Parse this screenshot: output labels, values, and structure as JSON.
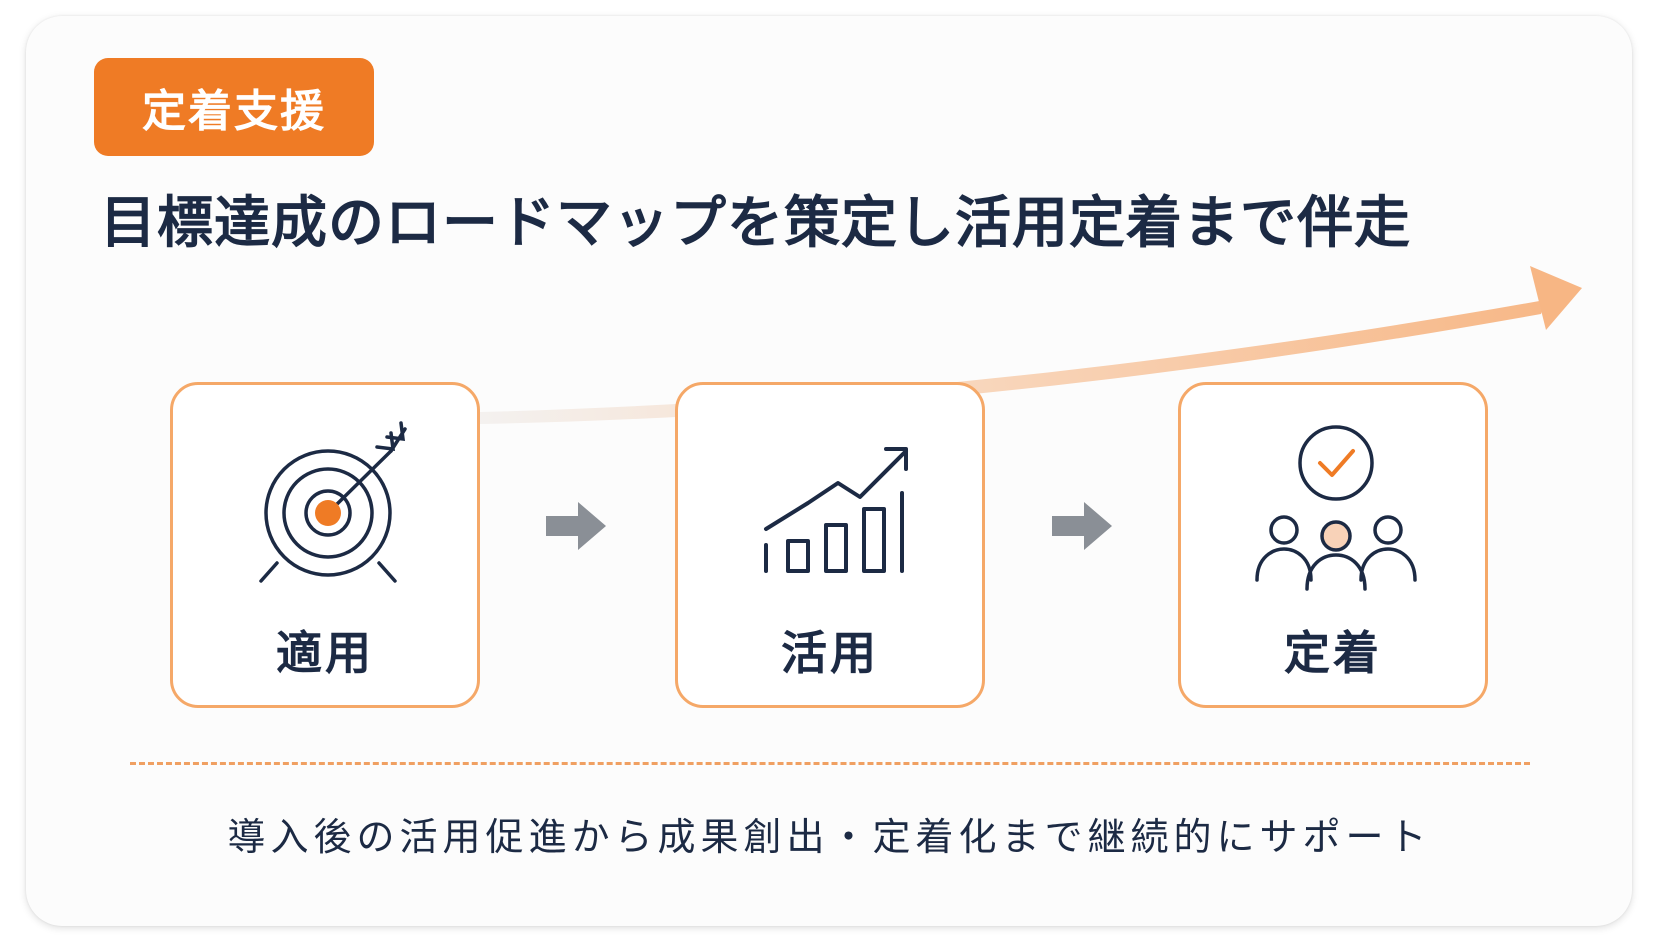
{
  "badge": {
    "label": "定着支援"
  },
  "headline": {
    "text": "目標達成のロードマップを策定し活用定着まで伴走"
  },
  "steps": [
    {
      "label": "適用",
      "icon": "target-icon"
    },
    {
      "label": "活用",
      "icon": "growth-chart-icon"
    },
    {
      "label": "定着",
      "icon": "team-check-icon"
    }
  ],
  "footer": {
    "text": "導入後の活用促進から成果創出・定着化まで継続的にサポート"
  },
  "colors": {
    "accent": "#ef7b25",
    "border": "#f5a868",
    "text": "#1c2a44",
    "connector": "#8a8f96"
  }
}
